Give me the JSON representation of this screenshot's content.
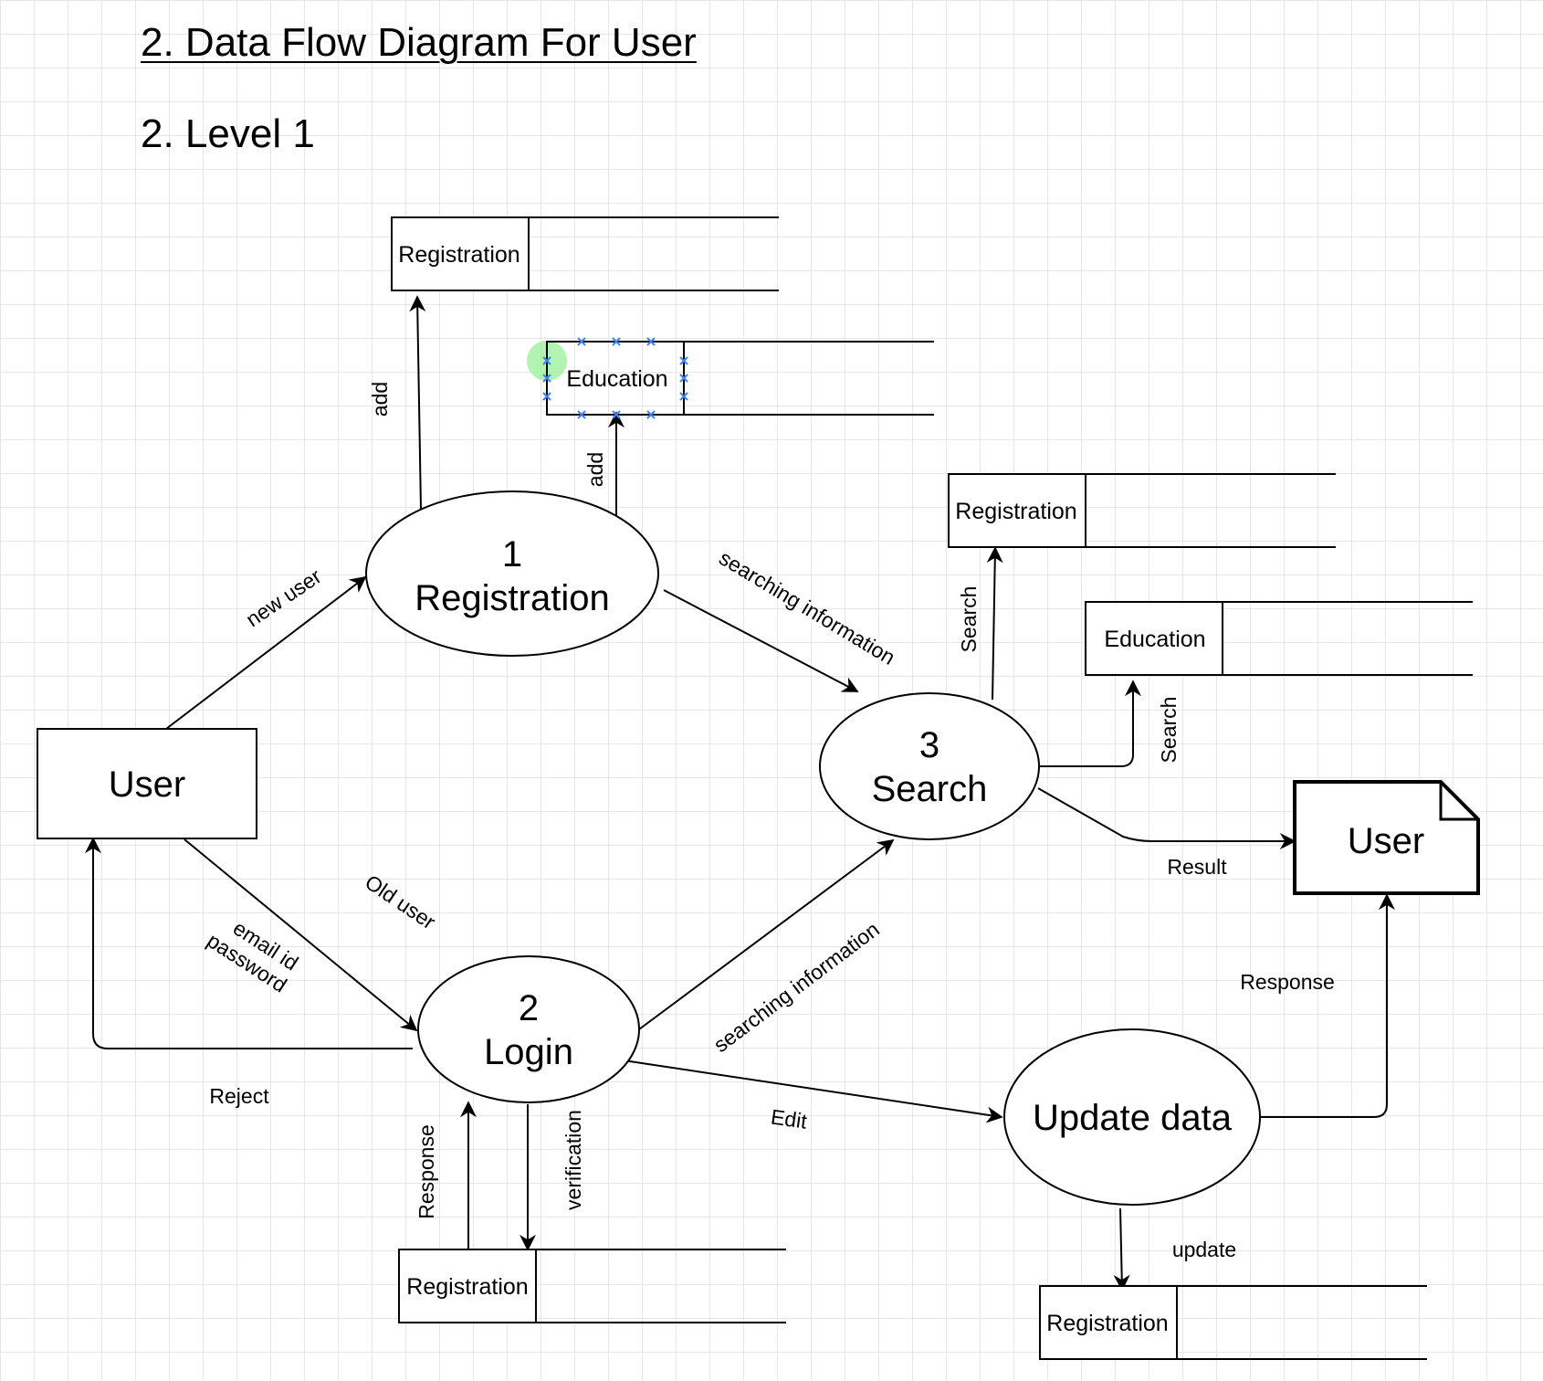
{
  "page": {
    "title": "2. Data Flow Diagram For User",
    "subtitle": "2. Level 1"
  },
  "processes": {
    "registration": {
      "number": "1",
      "name": "Registration"
    },
    "login": {
      "number": "2",
      "name": "Login"
    },
    "search": {
      "number": "3",
      "name": "Search"
    },
    "update": {
      "name": "Update data"
    }
  },
  "entities": {
    "user_left": "User",
    "user_right": "User"
  },
  "stores": {
    "reg_top": "Registration",
    "edu_top": "Education",
    "reg_search": "Registration",
    "edu_search": "Education",
    "reg_login": "Registration",
    "reg_update": "Registration"
  },
  "flows": {
    "new_user": "new user",
    "add_reg": "add",
    "add_edu": "add",
    "searching_info_top": "searching information",
    "search_reg": "Search",
    "search_edu": "Search",
    "result": "Result",
    "old_user": "Old user",
    "email_id": "email id",
    "password": "password",
    "reject": "Reject",
    "searching_info_bottom": "searching information",
    "response_login": "Response",
    "verification": "verification",
    "edit": "Edit",
    "update": "update",
    "response_user": "Response"
  },
  "selection": {
    "color": "#3b82f6",
    "hover_color": "#90ee90"
  }
}
